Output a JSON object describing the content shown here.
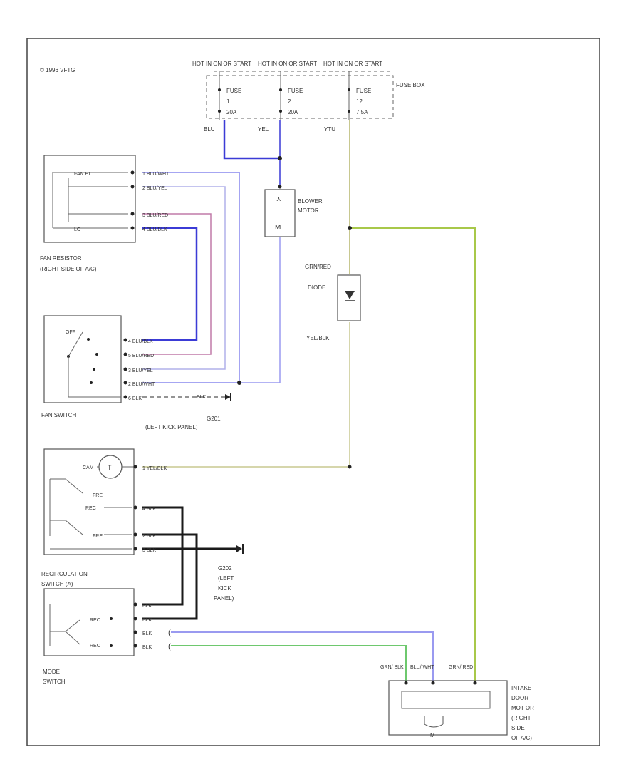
{
  "copyright": "© 1996 VFTG",
  "footer_id": "",
  "fuse_box": {
    "label": "FUSE BOX",
    "hot_labels": [
      "HOT IN ON OR START",
      "HOT IN ON OR START",
      "HOT IN ON OR START"
    ],
    "fuses": [
      {
        "name": "FUSE",
        "num": "1",
        "amps": "20A"
      },
      {
        "name": "FUSE",
        "num": "2",
        "amps": "20A"
      },
      {
        "name": "FUSE",
        "num": "12",
        "amps": "7.5A"
      }
    ],
    "wire_codes": [
      "BLU",
      "YEL",
      "YTU"
    ]
  },
  "components": {
    "fan_resistor": {
      "label_1": "FAN RESISTOR",
      "label_2": "(RIGHT SIDE OF A/C)",
      "contacts": [
        "FAN HI",
        "LO"
      ]
    },
    "fan_switch": {
      "label": "FAN SWITCH",
      "off": "OFF"
    },
    "blower_motor": {
      "label_1": "BLOWER",
      "label_2": "MOTOR"
    },
    "diode": {
      "label": "DIODE",
      "wire_top": "GRN/RED",
      "wire_bottom": "YEL/BLK"
    },
    "recirculation_switch": {
      "label_1": "RECIRCULATION",
      "label_2": "SWITCH (A)",
      "contacts": [
        "CAM",
        "FRE",
        "REC",
        "FRE"
      ]
    },
    "mode_switch": {
      "label_1": "MODE",
      "label_2": "SWITCH",
      "contacts": [
        "REC",
        "REC"
      ]
    },
    "intake_motor": {
      "label_lines": [
        "INTAKE",
        "DOOR",
        "MOT OR",
        "(RIGHT",
        "SIDE",
        "OF A/C)"
      ],
      "motor_mark": "M"
    },
    "ground_g201": {
      "label": "G201",
      "sub": "(LEFT KICK PANEL)"
    },
    "ground_g202": {
      "label_lines": [
        "G202",
        "(LEFT",
        "KICK",
        "PANEL)"
      ]
    }
  },
  "wires": {
    "resistor_pins": [
      "1 BLU/WHT",
      "2 BLU/YEL",
      "3 BLU/RED",
      "4 BLU/BLK"
    ],
    "fan_switch_pins": [
      "4 BLU/BLK",
      "5 BLU/RED",
      "3 BLU/YEL",
      "2 BLU/WHT",
      "6 BLK"
    ],
    "ground_wire": "BLK",
    "recirc_pins": [
      "1 YEL/BLK",
      "4 BLK",
      "2 BLK",
      "3 BLK"
    ],
    "mode_pins": [
      "BLK",
      "BLK",
      "BLK",
      "BLK"
    ],
    "intake_pins": [
      "GRN/ BLK",
      "BLU/ WHT",
      "GRN/ RED"
    ]
  },
  "colors": {
    "blue": "#3b3bd6",
    "light_blue": "#9a9af0",
    "pink": "#c07aa8",
    "yellow": "#c8c890",
    "green_yellow": "#a8c84a",
    "green": "#6ec86e",
    "black": "#1a1a1a"
  }
}
